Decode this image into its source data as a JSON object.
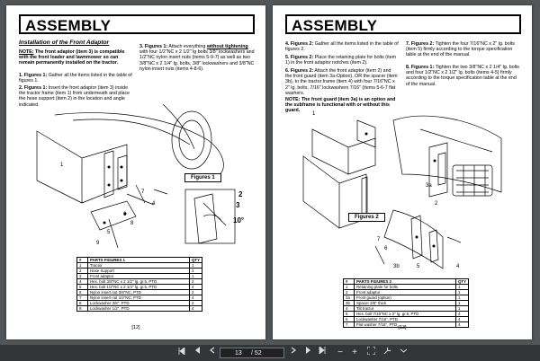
{
  "left_page": {
    "title": "ASSEMBLY",
    "section": "Installation of the Front Adaptor",
    "note_label": "NOTE:",
    "note_text": "The front adaptor (item 3) is compatible with the front loader and lawnmower so can remain permanently installed on the tractor.",
    "step1_label": "1.  Figures 1:",
    "step1_text": "Gather all the items listed in the table of figures 1.",
    "step2_label": "2.  Figures 1:",
    "step2_text": "Insert the front adaptor (item 3) inside the tractor frame (item 1) from underneath and place the hose support (item 2) in the location and angle indicated.",
    "step3_label": "3.  Figures 1:",
    "step3_text_a": "Attach everything",
    "step3_text_u": "without tightening",
    "step3_text_b": "with four 1/2\"NC x 2 1/2\" lg bolts 3/8\" lockwashers and 1/2\"NC nylon insert nuts (items 5-9-7) as well as two 3/8\"NC x 2 1/4\" lg. bolts, 3/8\" lockwashers and 3/8\"NC nylon insert nuts (items 4-8-6).",
    "figure_label": "Figures 1",
    "callouts": [
      "2",
      "3",
      "10°",
      "1",
      "7",
      "4",
      "9",
      "6",
      "8",
      "5"
    ],
    "table": {
      "headers": [
        "#",
        "PARTS FIGURES 1",
        "QTY"
      ],
      "rows": [
        [
          "1",
          "Tractor",
          "1"
        ],
        [
          "2",
          "Hose Support",
          "1"
        ],
        [
          "3",
          "Front adaptor",
          "1"
        ],
        [
          "4",
          "Hex. bolt 3/8\"NC x 2 1/2\" lg. gr.5, PTD",
          "2"
        ],
        [
          "5",
          "Hex. bolt 1/2\"NC x 2 1/4\" lg. gr.5, PTD",
          "4"
        ],
        [
          "6",
          "Nylon insert nut 3/8\"NC, PTD",
          "2"
        ],
        [
          "7",
          "Nylon insert nut 1/2\"NC, PTD",
          "4"
        ],
        [
          "8",
          "Lockwasher 3/8\", PTD",
          "2"
        ],
        [
          "9",
          "Lockwasher 1/2\", PTD",
          "4"
        ]
      ]
    },
    "page_number": "[12]"
  },
  "right_page": {
    "title": "ASSEMBLY",
    "step4_label": "4.  Figures 2:",
    "step4_text": "Gather all the items listed in the table of figures 2.",
    "step5_label": "5.  Figures 2:",
    "step5_text": "Place the retaining plate for bolts (item 1) in the front adaptor notches (item 2).",
    "step6_label": "6.  Figures 2:",
    "step6_text": "Attach the front adaptor (item 2) and the front guard (item 3a-Option), OR the spacer (item 3b), to the tractor frame (item 4) with four 7/16\"NC x 2\" lg. bolts, 7/16\" lockwashers 7/16\" (items 5-6-7 flat washers.",
    "note_text": "NOTE: The front guard (item 3a) is an option and the subframe is functional with or without this guard.",
    "step7_label": "7.  Figures 2:",
    "step7_text": "Tighten the four 7/16\"NC x 2\" lg. bolts (item 5) firmly according to the torque specification table at the end of the manual.",
    "step8_label": "8.  Figures 1:",
    "step8_text": "Tighten the two 3/8\"NC x 2 1/4\" lg. bolts and four 1/2\"NC x 2 1/2\" lg. bolts (items 4-5) firmly according to the torque specification table at the end of the manual.",
    "figure_label": "Figures 2",
    "callouts": [
      "1",
      "3a",
      "2",
      "7",
      "6",
      "3b",
      "5",
      "4"
    ],
    "table": {
      "headers": [
        "#",
        "PARTS FIGURES 2",
        "QTY"
      ],
      "rows": [
        [
          "1",
          "Retaining plate for bolts",
          "1"
        ],
        [
          "2",
          "Front adaptor",
          "1"
        ],
        [
          "3a",
          "Front guard (option)",
          "1"
        ],
        [
          "3b",
          "Spacer 3/8\" thick",
          "1"
        ],
        [
          "4",
          "Tilt tractor",
          "1"
        ],
        [
          "5",
          "Hex. bolt 7/16\"NC x 2\" lg. gr.5, PTD",
          "4"
        ],
        [
          "6",
          "Lockwasher 7/16\", PTD",
          "4"
        ],
        [
          "7",
          "Flat washer 7/16\", PTD",
          "4"
        ]
      ]
    },
    "page_number": "[13]"
  },
  "toolbar": {
    "current_page": "13",
    "total_pages": "/ 52",
    "zoom_out_glyph": "−",
    "zoom_in_glyph": "+"
  }
}
